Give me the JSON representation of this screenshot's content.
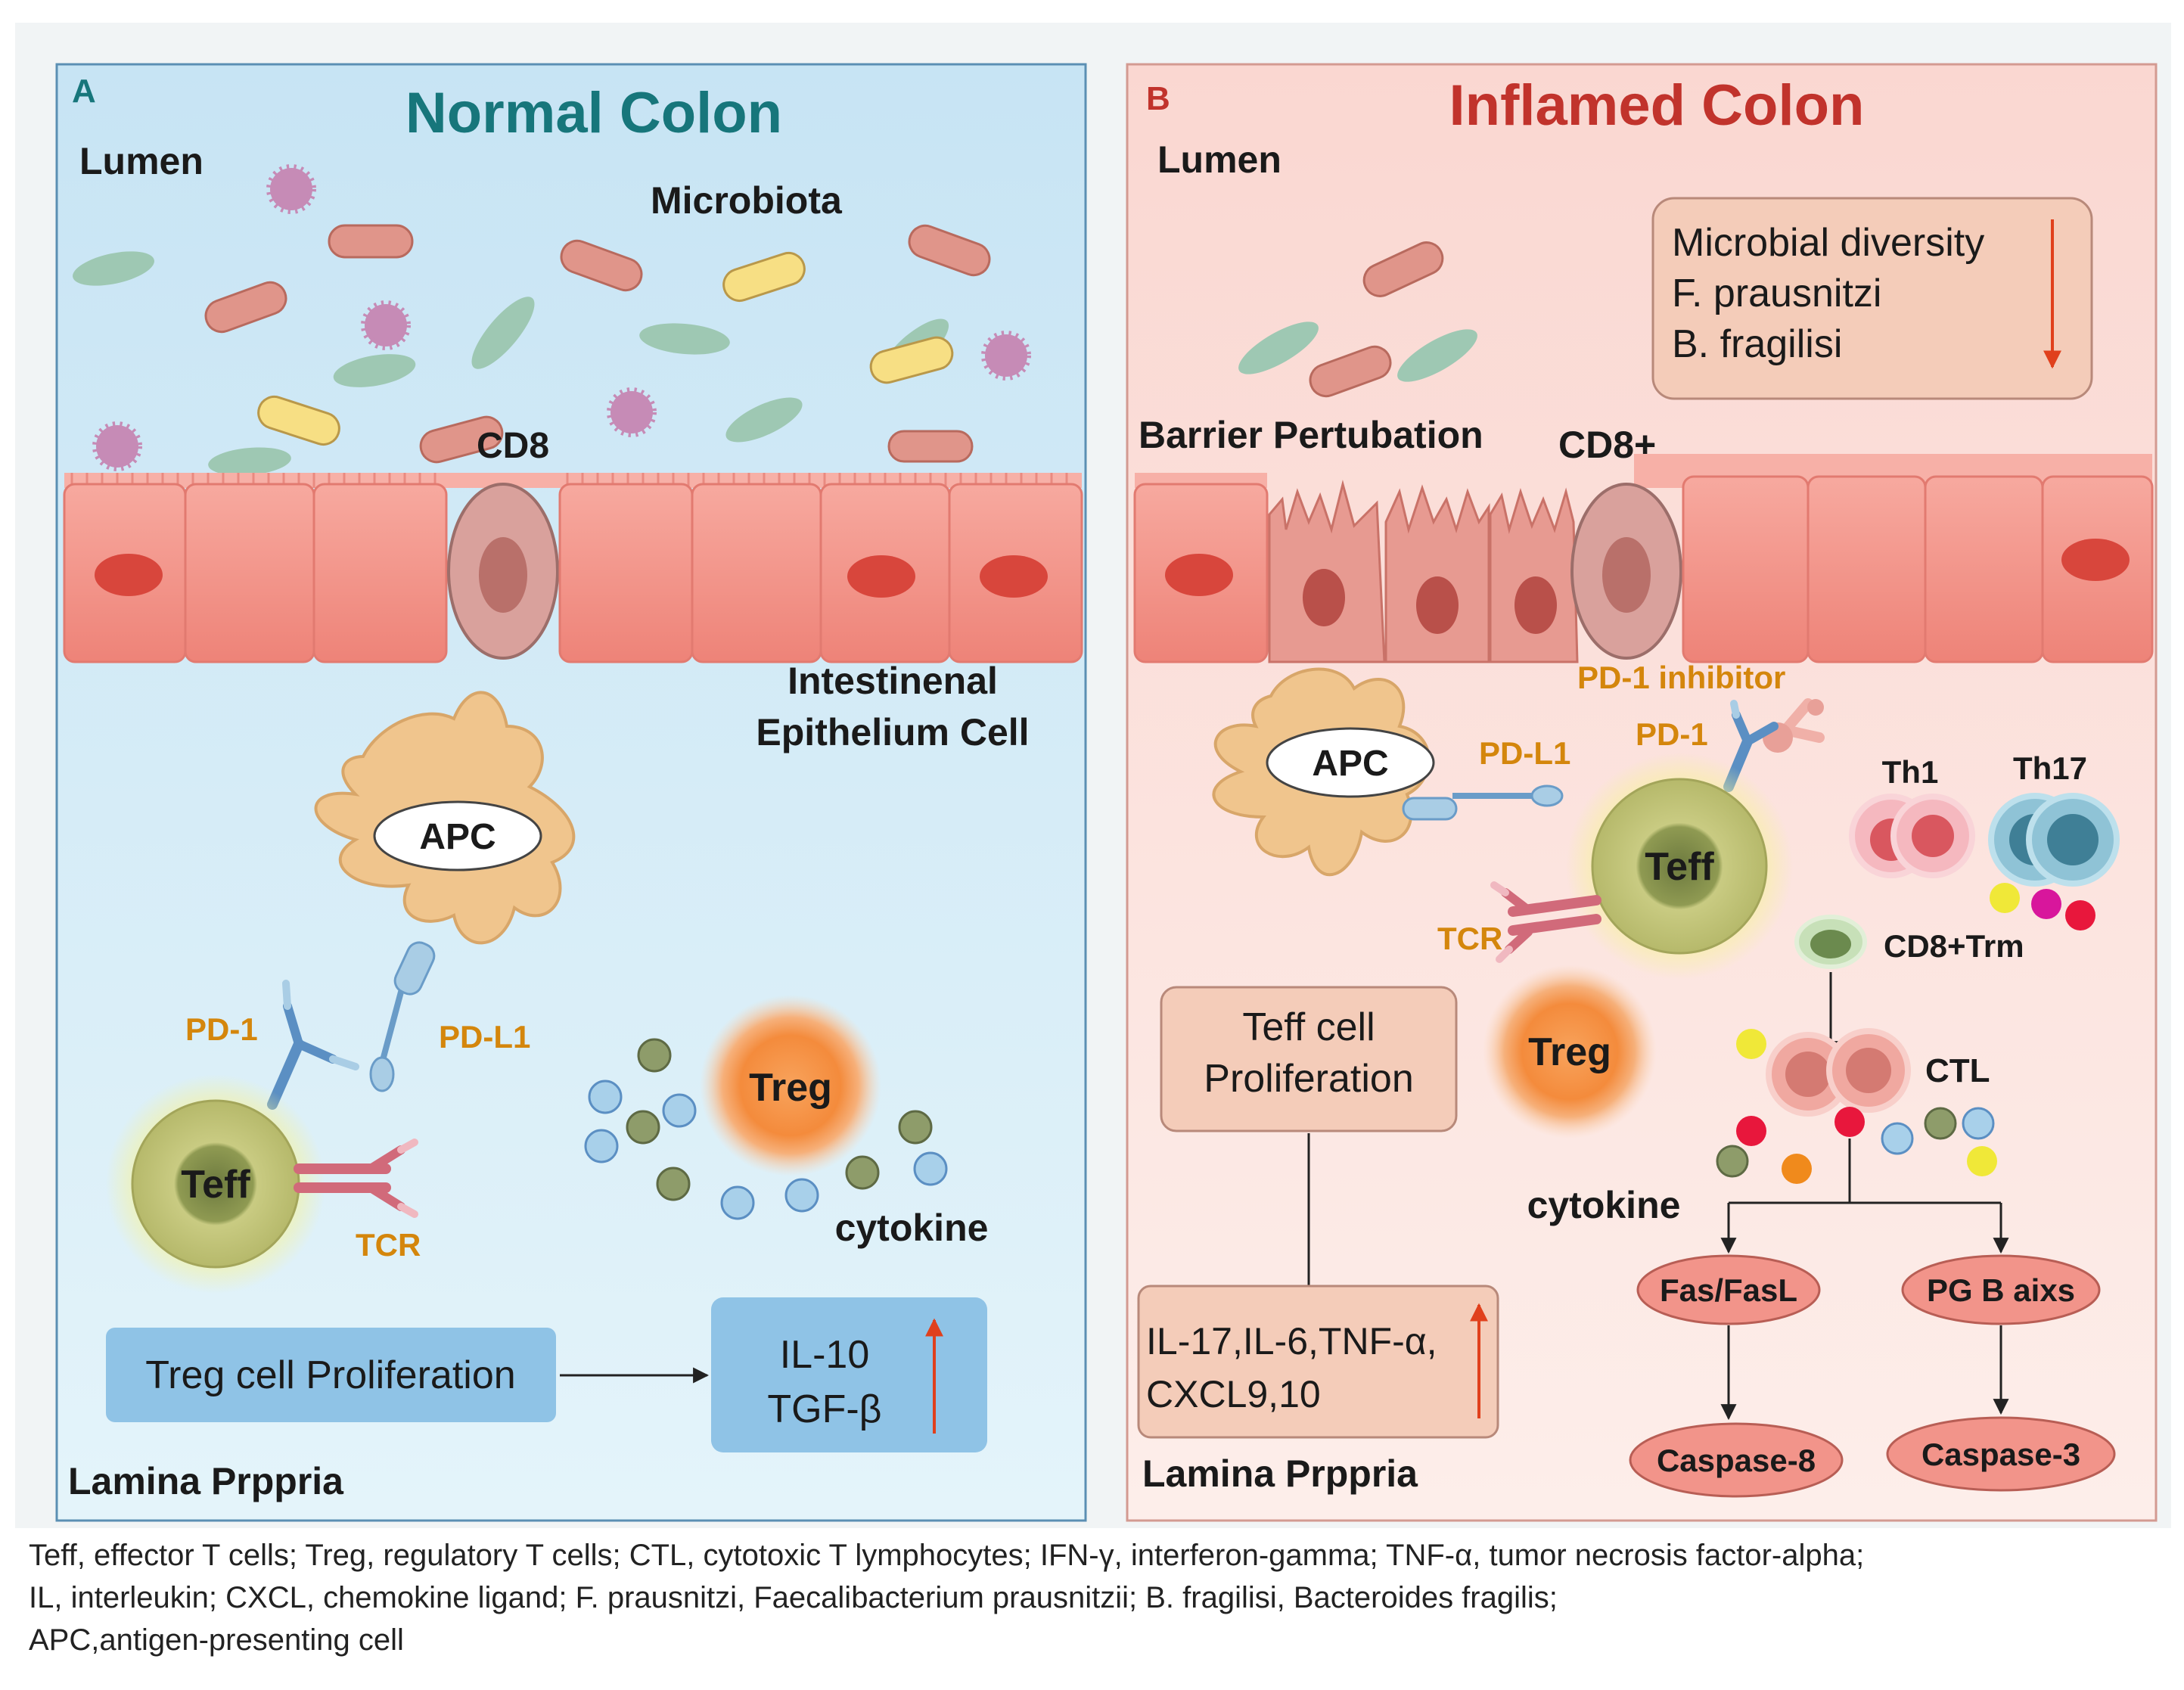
{
  "panel_a": {
    "letter": "A",
    "title": "Normal Colon",
    "lumen": "Lumen",
    "microbiota": "Microbiota",
    "cd8": "CD8",
    "epithelium_line1": "Intestinenal",
    "epithelium_line2": "Epithelium Cell",
    "apc": "APC",
    "pd1": "PD-1",
    "pdl1": "PD-L1",
    "teff": "Teff",
    "tcr": "TCR",
    "treg": "Treg",
    "cytokine": "cytokine",
    "treg_prolif": "Treg cell Proliferation",
    "il10": "IL-10",
    "tgfb": "TGF-β",
    "lamina": "Lamina Prppria"
  },
  "panel_b": {
    "letter": "B",
    "title": "Inflamed Colon",
    "lumen": "Lumen",
    "micro_diversity": "Microbial diversity",
    "f_praus": "F. prausnitzi",
    "b_frag": "B. fragilisi",
    "barrier": "Barrier Pertubation",
    "cd8plus": "CD8+",
    "pd1_inhib": "PD-1 inhibitor",
    "pd1": "PD-1",
    "pdl1": "PD-L1",
    "apc": "APC",
    "th1": "Th1",
    "th17": "Th17",
    "teff": "Teff",
    "tcr": "TCR",
    "cd8trm": "CD8+Trm",
    "teff_prolif_1": "Teff cell",
    "teff_prolif_2": "Proliferation",
    "treg": "Treg",
    "ctl": "CTL",
    "cytokine": "cytokine",
    "fas": "Fas/FasL",
    "pgb": "PG B aixs",
    "il_line1": "IL-17,IL-6,TNF-α,",
    "il_line2": "CXCL9,10",
    "casp8": "Caspase-8",
    "casp3": "Caspase-3",
    "lamina": "Lamina Prppria"
  },
  "caption": {
    "line1": "Teff, effector T cells; Treg, regulatory T cells; CTL, cytotoxic T lymphocytes; IFN-γ, interferon-gamma; TNF-α, tumor necrosis factor-alpha;",
    "line2": "IL, interleukin; CXCL, chemokine ligand; F. prausnitzi, Faecalibacterium prausnitzii; B. fragilisi, Bacteroides fragilis;",
    "line3": "APC,antigen-presenting cell"
  },
  "colors": {
    "normal_bg": "#cfe9f6",
    "inflamed_bg": "#fbe1dc",
    "epithelium": "#f2948a",
    "nucleus": "#d8463c",
    "apc": "#f0c58d",
    "teff": "#c5c77a",
    "treg": "#f39a4f",
    "title_teal": "#17767b",
    "title_red": "#c1332c",
    "label_orange": "#d4860c"
  }
}
